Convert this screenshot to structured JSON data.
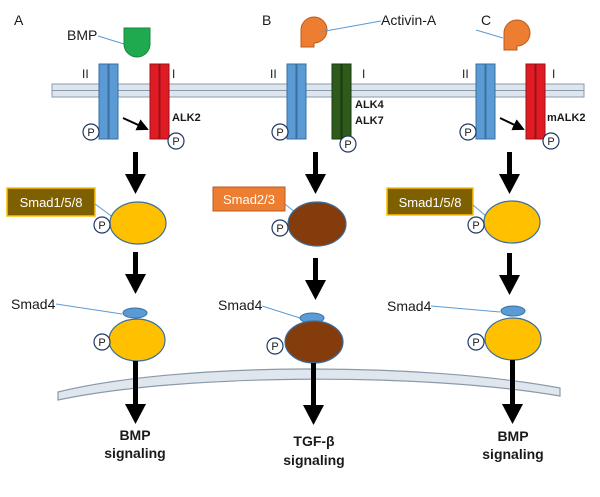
{
  "panels": [
    {
      "letter": "A",
      "ligand": "BMP",
      "receptor_ii": "II",
      "receptor_i": "I",
      "receptor_i_name": [
        "ALK2"
      ],
      "smad_box": "Smad1/5/8",
      "smad4": "Smad4",
      "phospho": "P",
      "output": [
        "BMP",
        "signaling"
      ]
    },
    {
      "letter": "B",
      "ligand": "Activin-A",
      "receptor_ii": "II",
      "receptor_i": "I",
      "receptor_i_name": [
        "ALK4",
        "ALK7"
      ],
      "smad_box": "Smad2/3",
      "smad4": "Smad4",
      "phospho": "P",
      "output": [
        "TGF-β",
        "signaling"
      ]
    },
    {
      "letter": "C",
      "ligand": "",
      "receptor_ii": "II",
      "receptor_i": "I",
      "receptor_i_name": [
        "mALK2"
      ],
      "smad_box": "Smad1/5/8",
      "smad4": "Smad4",
      "phospho": "P",
      "output": [
        "BMP",
        "signaling"
      ]
    }
  ],
  "colors": {
    "bmp_ligand": "#1faa4f",
    "activin_ligand": "#ed7d31",
    "receptor_ii": "#5b9bd5",
    "alk2": "#e01b24",
    "alk4_7": "#2e5a1c",
    "smad158": "#ffc000",
    "smad23": "#843c0c",
    "smad4": "#5b9bd5",
    "membrane": "#c9d6e3",
    "nuclear_membrane": "#dfe6ee",
    "box_brown": "#7f6000",
    "box_orange": "#ed7d31"
  }
}
